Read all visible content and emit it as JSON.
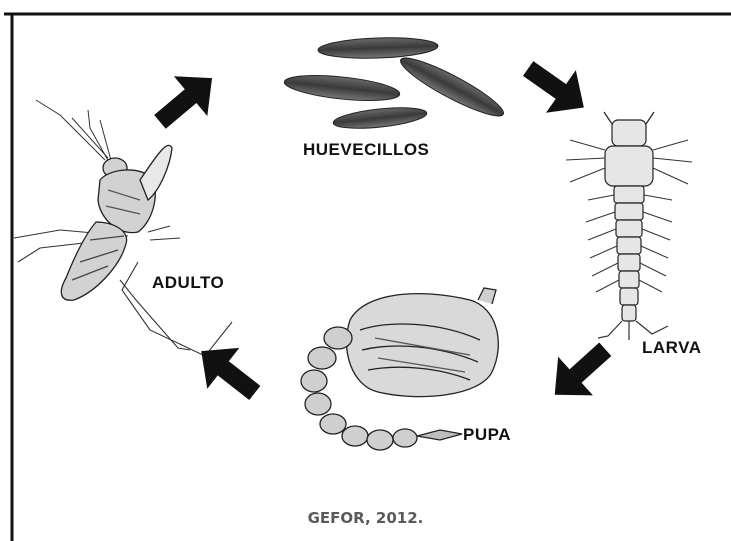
{
  "stages": {
    "eggs": "HUEVECILLOS",
    "larva": "LARVA",
    "pupa": "PUPA",
    "adult": "ADULTO"
  },
  "caption": "GEFOR, 2012.",
  "icons": [
    "egg-icon",
    "larva-icon",
    "pupa-icon",
    "mosquito-adult-icon",
    "arrow-icon"
  ],
  "colors": {
    "ink": "#111111",
    "caption": "#5a5a5a",
    "background": "#ffffff"
  }
}
